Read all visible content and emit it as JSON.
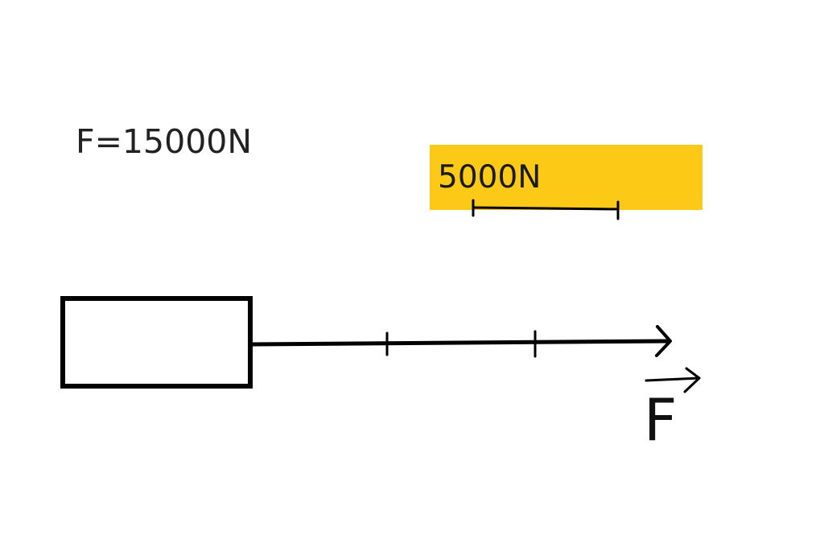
{
  "force_value": "F=15000N",
  "scale": {
    "label": "5000N",
    "background_color": "#fcc916"
  },
  "vector_symbol": "F",
  "colors": {
    "stroke": "#000000"
  }
}
